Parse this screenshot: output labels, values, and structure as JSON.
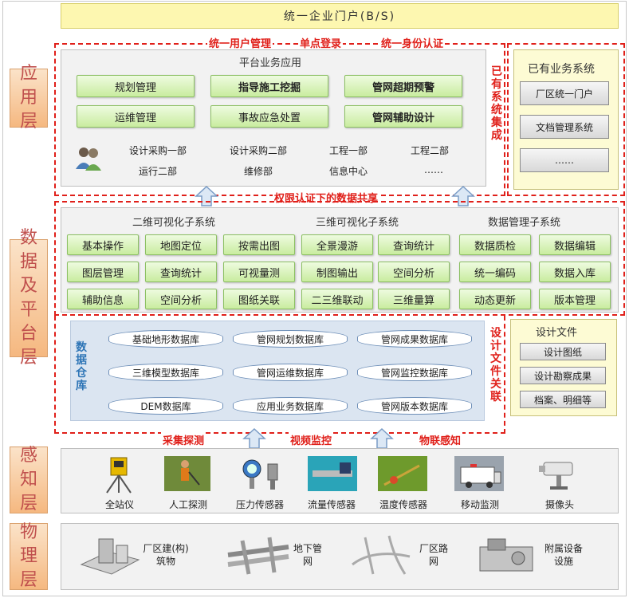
{
  "portal": "统一企业门户(B/S)",
  "layers": [
    "应用层",
    "数据及平台层",
    "感知层",
    "物理层"
  ],
  "red_labels": {
    "unified_user": "统一用户管理",
    "sso": "单点登录",
    "unified_identity": "统一身份认证",
    "data_sharing": "权限认证下的数据共享",
    "existing_integration": "已有系统集成",
    "design_file_link": "设计文件关联",
    "collect": "采集探测",
    "video": "视频监控",
    "iot": "物联感知"
  },
  "app": {
    "title": "平台业务应用",
    "buttons": [
      "规划管理",
      "指导施工挖掘",
      "管网超期预警",
      "运维管理",
      "事故应急处置",
      "管网辅助设计"
    ],
    "departments": [
      "设计采购一部",
      "设计采购二部",
      "工程一部",
      "工程二部",
      "运行二部",
      "维修部",
      "信息中心",
      "……"
    ]
  },
  "existing": {
    "title": "已有业务系统",
    "items": [
      "厂区统一门户",
      "文档管理系统",
      "……"
    ]
  },
  "subsystems": {
    "titles": [
      "二维可视化子系统",
      "三维可视化子系统",
      "数据管理子系统"
    ],
    "col2d": [
      "基本操作",
      "地图定位",
      "按需出图",
      "图层管理",
      "查询统计",
      "可视量测",
      "辅助信息",
      "空间分析",
      "图纸关联"
    ],
    "col3d": [
      "全景漫游",
      "查询统计",
      "制图输出",
      "空间分析",
      "二三维联动",
      "三维量算"
    ],
    "coldm": [
      "数据质检",
      "数据编辑",
      "统一编码",
      "数据入库",
      "动态更新",
      "版本管理"
    ]
  },
  "warehouse": {
    "label": "数据仓库",
    "dbs": [
      "基础地形数据库",
      "管网规划数据库",
      "管网成果数据库",
      "三维模型数据库",
      "管网运维数据库",
      "管网监控数据库",
      "DEM数据库",
      "应用业务数据库",
      "管网版本数据库"
    ]
  },
  "design_files": {
    "title": "设计文件",
    "items": [
      "设计图纸",
      "设计勘察成果",
      "档案、明细等"
    ]
  },
  "sensors": [
    "全站仪",
    "人工探测",
    "压力传感器",
    "流量传感器",
    "温度传感器",
    "移动监测",
    "摄像头"
  ],
  "physical": [
    "厂区建(构)筑物",
    "地下管网",
    "厂区路网",
    "附属设备设施"
  ]
}
